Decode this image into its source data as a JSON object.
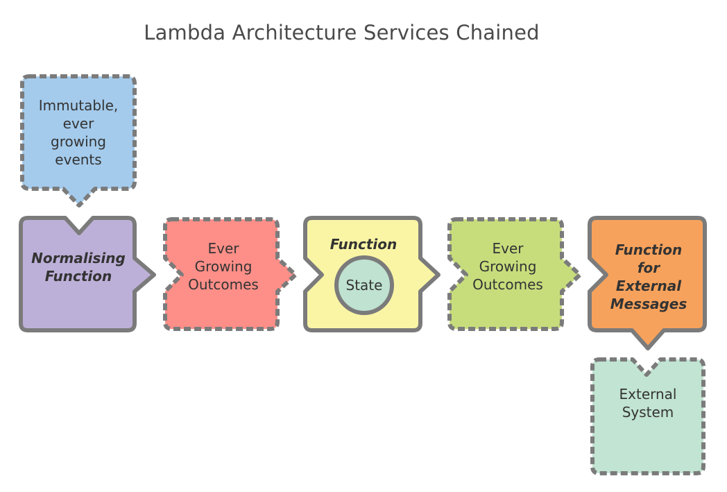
{
  "title": "Lambda Architecture Services Chained",
  "colors": {
    "events": "#a4cbec",
    "normalising": "#bdb0d8",
    "outcomes1": "#fd8f88",
    "function": "#faf5a5",
    "state": "#bfe2d1",
    "outcomes2": "#c7dd7c",
    "external_messages": "#f7a25c",
    "external_system": "#c2e4d2",
    "border": "#7b7b7b"
  },
  "nodes": {
    "events": {
      "lines": [
        "Immutable,",
        "ever",
        "growing",
        "events"
      ]
    },
    "normalising": {
      "lines": [
        "Normalising",
        "Function"
      ]
    },
    "outcomes1": {
      "lines": [
        "Ever",
        "Growing",
        "Outcomes"
      ]
    },
    "function": {
      "lines": [
        "Function"
      ],
      "state_label": "State"
    },
    "outcomes2": {
      "lines": [
        "Ever",
        "Growing",
        "Outcomes"
      ]
    },
    "external_messages": {
      "lines": [
        "Function",
        "for",
        "External",
        "Messages"
      ]
    },
    "external_system": {
      "lines": [
        "External",
        "System"
      ]
    }
  }
}
